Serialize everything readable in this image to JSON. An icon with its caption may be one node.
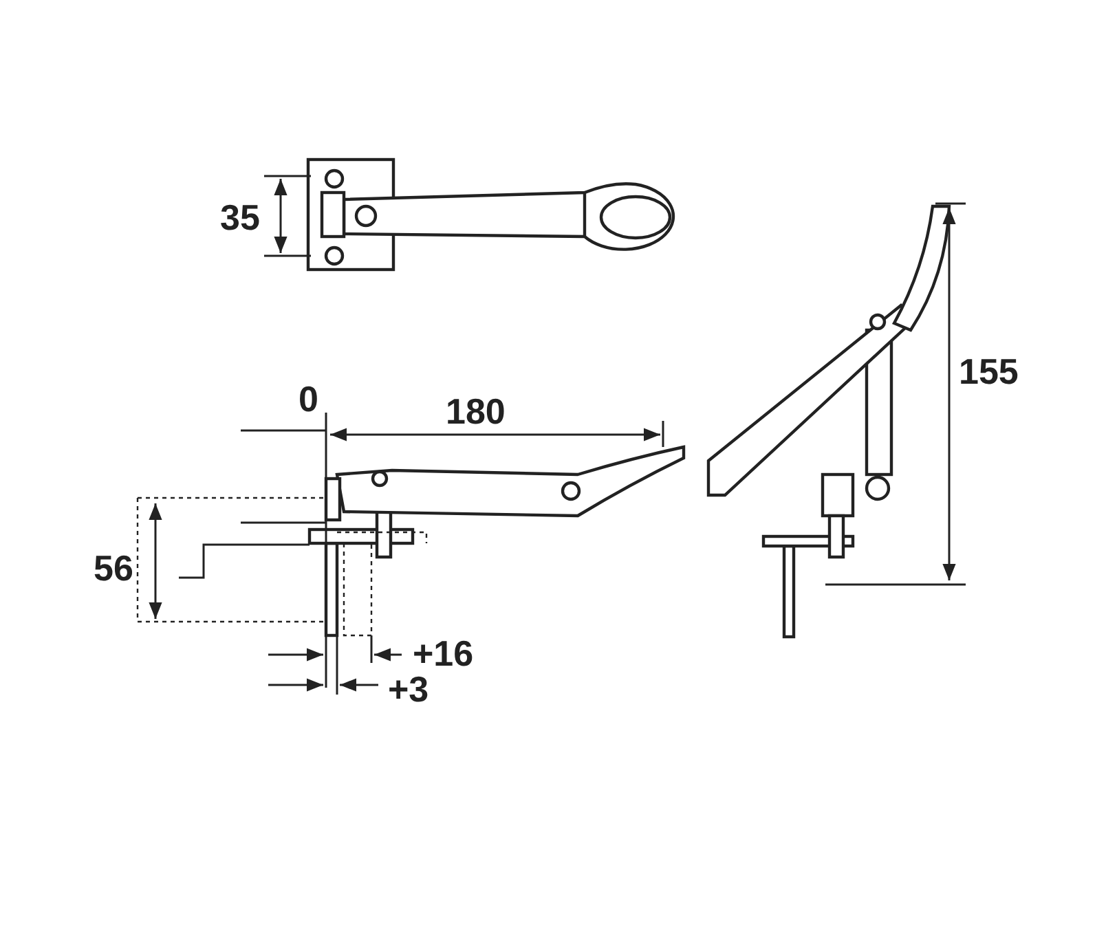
{
  "diagram": {
    "labels": [
      "35",
      "0",
      "180",
      "155",
      "56",
      "+16",
      "+3"
    ]
  }
}
